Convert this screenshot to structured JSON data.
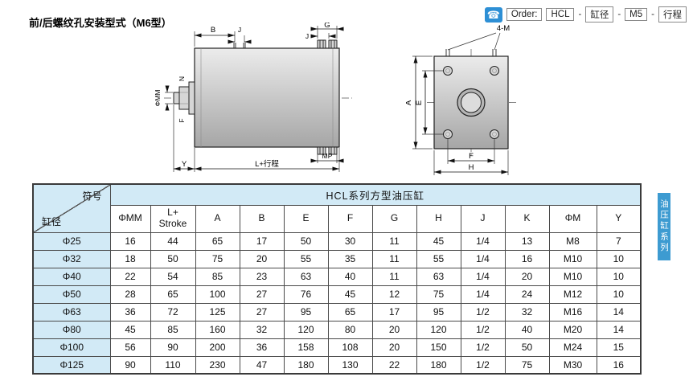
{
  "page": {
    "title": "前/后螺纹孔安装型式（M6型）"
  },
  "icons": {
    "phone": "☎"
  },
  "order": {
    "label": "Order:",
    "separator": "-",
    "items": [
      "HCL",
      "缸径",
      "M5",
      "行程"
    ]
  },
  "drawings": {
    "side_view": {
      "b": "B",
      "j_left": "J",
      "g": "G",
      "j_right": "J",
      "phi_mm": "ΦMM",
      "n": "N",
      "f": "F",
      "mp": "MP",
      "y": "Y",
      "stroke": "L+行程"
    },
    "front_view": {
      "four_m": "4-M",
      "a": "A",
      "e": "E",
      "f": "F",
      "h": "H"
    }
  },
  "side_tab": {
    "label": "油压缸系列"
  },
  "table": {
    "corner_top": "符号",
    "corner_bottom": "缸径",
    "group_header": "HCL系列方型油压缸",
    "columns": [
      "ΦMM",
      "L+\nStroke",
      "A",
      "B",
      "E",
      "F",
      "G",
      "H",
      "J",
      "K",
      "ΦM",
      "Y"
    ],
    "rows": [
      {
        "bore": "Φ25",
        "values": [
          "16",
          "44",
          "65",
          "17",
          "50",
          "30",
          "11",
          "45",
          "1/4",
          "13",
          "M8",
          "7"
        ]
      },
      {
        "bore": "Φ32",
        "values": [
          "18",
          "50",
          "75",
          "20",
          "55",
          "35",
          "11",
          "55",
          "1/4",
          "16",
          "M10",
          "10"
        ]
      },
      {
        "bore": "Φ40",
        "values": [
          "22",
          "54",
          "85",
          "23",
          "63",
          "40",
          "11",
          "63",
          "1/4",
          "20",
          "M10",
          "10"
        ]
      },
      {
        "bore": "Φ50",
        "values": [
          "28",
          "65",
          "100",
          "27",
          "76",
          "45",
          "12",
          "75",
          "1/4",
          "24",
          "M12",
          "10"
        ]
      },
      {
        "bore": "Φ63",
        "values": [
          "36",
          "72",
          "125",
          "27",
          "95",
          "65",
          "17",
          "95",
          "1/2",
          "32",
          "M16",
          "14"
        ]
      },
      {
        "bore": "Φ80",
        "values": [
          "45",
          "85",
          "160",
          "32",
          "120",
          "80",
          "20",
          "120",
          "1/2",
          "40",
          "M20",
          "14"
        ]
      },
      {
        "bore": "Φ100",
        "values": [
          "56",
          "90",
          "200",
          "36",
          "158",
          "108",
          "20",
          "150",
          "1/2",
          "50",
          "M24",
          "15"
        ]
      },
      {
        "bore": "Φ125",
        "values": [
          "90",
          "110",
          "230",
          "47",
          "180",
          "130",
          "22",
          "180",
          "1/2",
          "75",
          "M30",
          "16"
        ]
      }
    ]
  }
}
